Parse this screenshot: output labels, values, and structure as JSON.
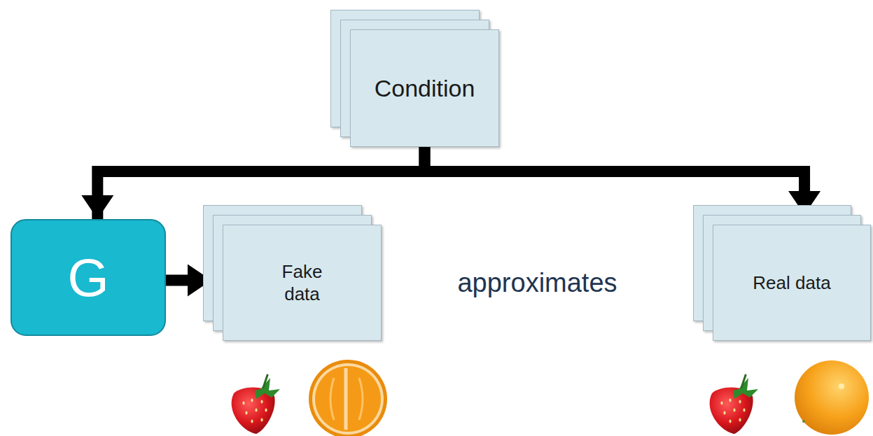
{
  "diagram": {
    "nodes": [
      {
        "text": [
          "Condition"
        ]
      },
      {
        "text": [
          "G"
        ]
      },
      {
        "text": [
          "Fake data"
        ]
      },
      {
        "text": [
          "Real data"
        ]
      }
    ],
    "edges": [
      {
        "from": 0,
        "to": 1,
        "arrow": "to"
      },
      {
        "from": 0,
        "to": 3,
        "arrow": "to"
      },
      {
        "from": 1,
        "to": 2,
        "arrow": "to"
      }
    ],
    "labels": [
      "approximates"
    ]
  }
}
